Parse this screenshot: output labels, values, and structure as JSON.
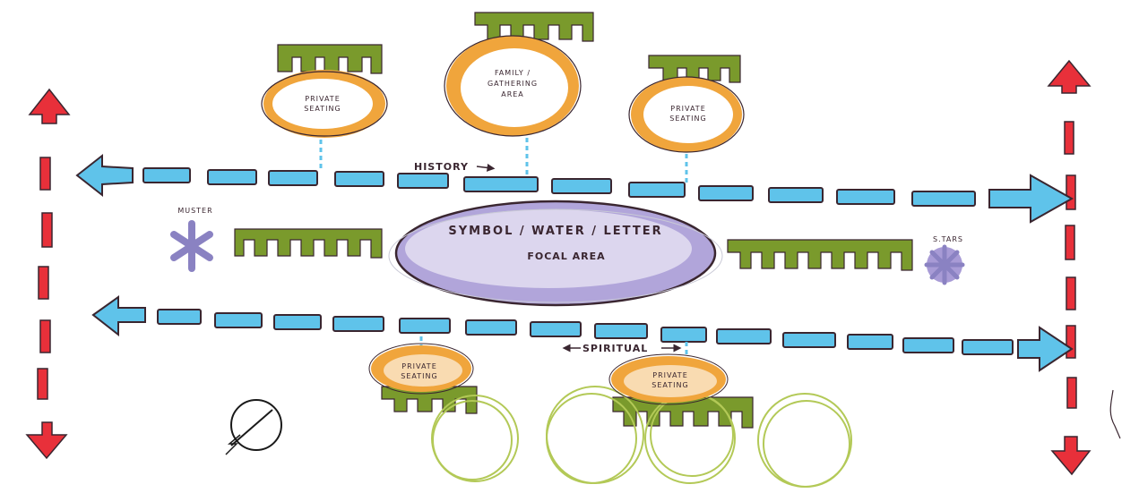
{
  "labels": {
    "history": "HISTORY",
    "spiritual": "SPIRITUAL",
    "focal_line1": "SYMBOL / WATER / LETTER",
    "focal_line2": "FOCAL AREA",
    "family_line1": "FAMILY /",
    "family_line2": "GATHERING",
    "family_line3": "AREA",
    "private_seating_1_line1": "PRIVATE",
    "private_seating_1_line2": "SEATING",
    "private_seating_2_line1": "PRIVATE",
    "private_seating_2_line2": "SEATING",
    "private_seating_3_line1": "PRIVATE",
    "private_seating_3_line2": "SEATING",
    "private_seating_4_line1": "PRIVATE",
    "private_seating_4_line2": "SEATING",
    "muster": "MUSTER",
    "stars": "S.TARS"
  },
  "colors": {
    "path_blue": "#5fc3ea",
    "arrow_red": "#e8303a",
    "hedge_green": "#7a9a2c",
    "seating_orange": "#f0a53c",
    "focal_purple": "#a89bd6",
    "tree_green": "#b3c957",
    "ink": "#3a2630"
  },
  "icons": {
    "north_arrow": "north-arrow-icon",
    "star_left": "asterisk-icon",
    "star_right": "asterisk-icon"
  }
}
